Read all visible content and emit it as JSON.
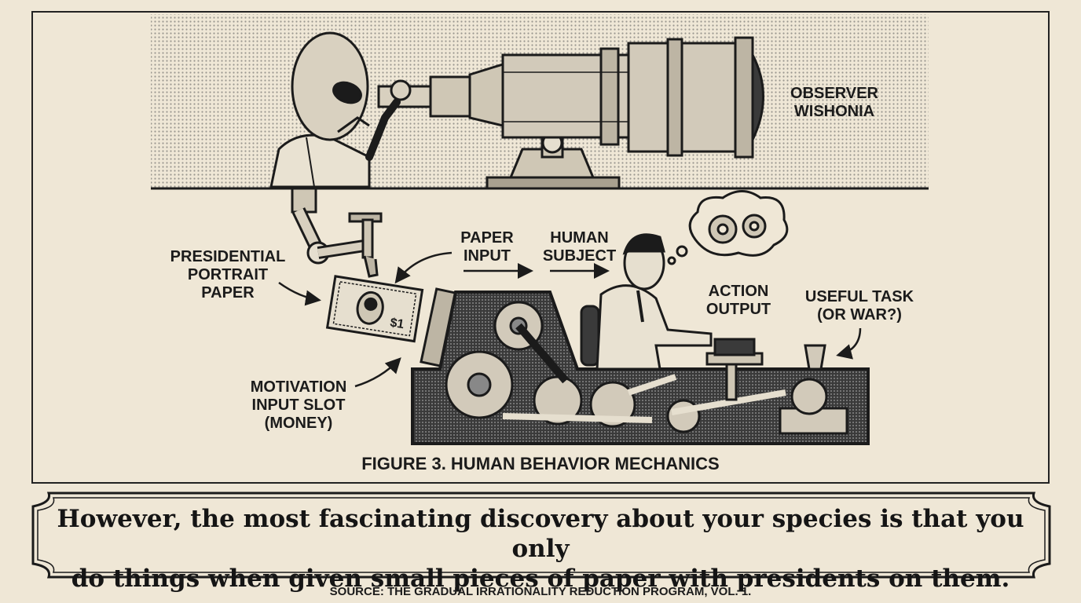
{
  "labels": {
    "observer": "OBSERVER\nWISHONIA",
    "presidential_paper": "PRESIDENTIAL\nPORTRAIT\nPAPER",
    "paper_input": "PAPER\nINPUT",
    "human_subject": "HUMAN\nSUBJECT",
    "action_output": "ACTION\nOUTPUT",
    "useful_task": "USEFUL TASK\n(OR WAR?)",
    "motivation_slot": "MOTIVATION\nINPUT SLOT\n(MONEY)",
    "bill_value": "$1"
  },
  "figure_caption": "FIGURE 3.  HUMAN BEHAVIOR MECHANICS",
  "banner_text": "However, the most fascinating discovery about your species is that you only\ndo things when given small pieces of paper with presidents on them.",
  "source_text": "SOURCE: THE GRADUAL IRRATIONALITY REDUCTION PROGRAM, VOL. 1.",
  "colors": {
    "paper": "#efe7d6",
    "ink": "#1b1b1b",
    "shade": "#bdb5a4"
  }
}
